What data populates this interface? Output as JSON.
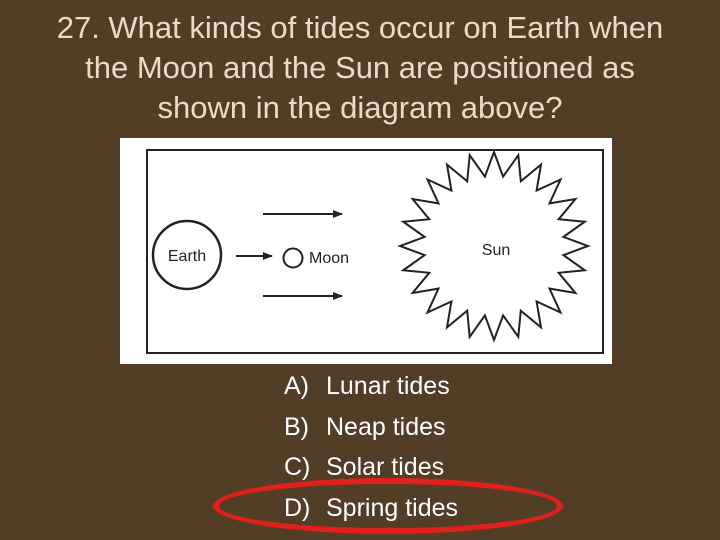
{
  "question": {
    "lines": [
      "27. What kinds of tides occur on Earth when",
      "the Moon and the Sun are positioned as",
      "shown in the diagram above?"
    ]
  },
  "diagram": {
    "earth_label": "Earth",
    "moon_label": "Moon",
    "sun_label": "Sun"
  },
  "answers": [
    {
      "letter": "A)",
      "text": "Lunar tides"
    },
    {
      "letter": "B)",
      "text": "Neap tides"
    },
    {
      "letter": "C)",
      "text": "Solar tides"
    },
    {
      "letter": "D)",
      "text": "Spring tides"
    }
  ],
  "colors": {
    "background": "#523d27",
    "question_text": "#e8dcc6",
    "answer_text": "#ffffff",
    "highlight": "#e0201c"
  },
  "highlighted_answer": "D)"
}
